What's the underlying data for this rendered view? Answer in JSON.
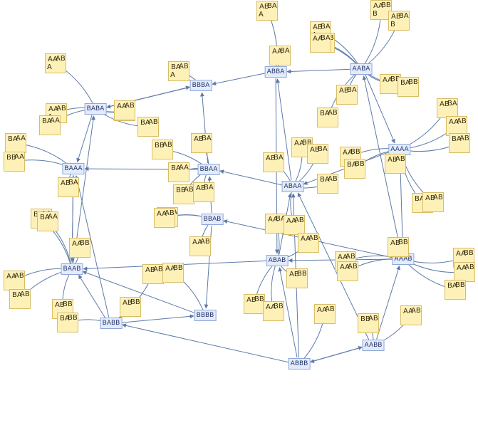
{
  "colors": {
    "edge": "#5e7aa8",
    "state_fill": "#e3ebfb",
    "state_border": "#8fa7d8",
    "tile_fill": "#fdf1b8",
    "tile_border": "#d9bd66"
  },
  "states": [
    "BBBA",
    "ABBA",
    "AABA",
    "BABA",
    "BAAA",
    "BBAA",
    "ABAA",
    "AAAA",
    "BBAB",
    "BAAB",
    "ABAB",
    "AAAB",
    "BABB",
    "BBBB",
    "AABB",
    "ABBB"
  ],
  "tiles": [
    [
      "AB",
      "BA",
      "A",
      ""
    ],
    [
      "AA",
      "BB",
      "B",
      ""
    ],
    [
      "AB",
      "BA",
      "B",
      ""
    ],
    [
      "AB",
      "BA",
      "A",
      ""
    ],
    [
      "AA",
      "AB",
      "A",
      ""
    ],
    [
      "AA",
      "BA",
      "",
      ""
    ],
    [
      "AA",
      "AB",
      "A",
      ""
    ],
    [
      "BA",
      "AB",
      "A",
      ""
    ],
    [
      "AA",
      "BA",
      "",
      ""
    ],
    [
      "AB",
      "BA",
      "",
      ""
    ],
    [
      "BA",
      "AB",
      "",
      ""
    ],
    [
      "AA",
      "BA",
      "",
      ""
    ],
    [
      "AA",
      "AB",
      "A",
      ""
    ],
    [
      "BA",
      "AA",
      "",
      ""
    ],
    [
      "AA",
      "AB",
      "",
      ""
    ],
    [
      "BA",
      "AB",
      "",
      ""
    ],
    [
      "BA",
      "AA",
      "",
      ""
    ],
    [
      "BB",
      "AA",
      "",
      ""
    ],
    [
      "BB",
      "AB",
      "",
      ""
    ],
    [
      "BA",
      "AA",
      "",
      ""
    ],
    [
      "AB",
      "BA",
      "",
      ""
    ],
    [
      "AB",
      "BA",
      "",
      ""
    ],
    [
      "AA",
      "BB",
      "",
      ""
    ],
    [
      "AB",
      "BA",
      "",
      ""
    ],
    [
      "AA",
      "BB",
      "",
      ""
    ],
    [
      "BA",
      "BB",
      "",
      ""
    ],
    [
      "BA",
      "AB",
      "",
      ""
    ],
    [
      "BB",
      "AB",
      "",
      ""
    ],
    [
      "AB",
      "BA",
      "",
      ""
    ],
    [
      "BA",
      "AA",
      "",
      ""
    ],
    [
      "AA",
      "AB",
      "",
      ""
    ],
    [
      "AA",
      "AB",
      "",
      ""
    ],
    [
      "AA",
      "BB",
      "",
      ""
    ],
    [
      "AB",
      "BA",
      "",
      ""
    ],
    [
      "BB",
      "AA",
      "",
      ""
    ],
    [
      "BA",
      "AA",
      "",
      ""
    ],
    [
      "AA",
      "BA",
      "",
      ""
    ],
    [
      "AA",
      "AB",
      "",
      ""
    ],
    [
      "AA",
      "AB",
      "",
      ""
    ],
    [
      "AA",
      "AB",
      "",
      ""
    ],
    [
      "AA",
      "AB",
      "",
      ""
    ],
    [
      "BA",
      "BB",
      "",
      ""
    ],
    [
      "AB",
      "AB",
      "",
      ""
    ],
    [
      "AB",
      "AB",
      "",
      ""
    ],
    [
      "AB",
      "BA",
      "",
      ""
    ],
    [
      "AA",
      "AB",
      "",
      ""
    ],
    [
      "BA",
      "AB",
      "",
      ""
    ],
    [
      "AA",
      "BB",
      "",
      ""
    ],
    [
      "BA",
      "BB",
      "",
      ""
    ],
    [
      "AB",
      "BB",
      "",
      ""
    ],
    [
      "AA",
      "BB",
      "",
      ""
    ],
    [
      "AA",
      "AB",
      "",
      ""
    ],
    [
      "BA",
      "BB",
      "",
      ""
    ],
    [
      "AA",
      "AB",
      "",
      ""
    ],
    [
      "BA",
      "AB",
      "",
      ""
    ],
    [
      "AB",
      "BB",
      "",
      ""
    ],
    [
      "BA",
      "BB",
      "",
      ""
    ],
    [
      "AB",
      "BB",
      "",
      ""
    ],
    [
      "AB",
      "AB",
      "",
      ""
    ],
    [
      "AA",
      "BB",
      "",
      ""
    ],
    [
      "AB",
      "BB",
      "",
      ""
    ],
    [
      "AA",
      "BB",
      "",
      ""
    ],
    [
      "AB",
      "BB",
      "",
      ""
    ],
    [
      "AA",
      "AB",
      "",
      ""
    ],
    [
      "BB",
      "AB",
      "",
      ""
    ],
    [
      "AA",
      "AB",
      "",
      ""
    ]
  ]
}
